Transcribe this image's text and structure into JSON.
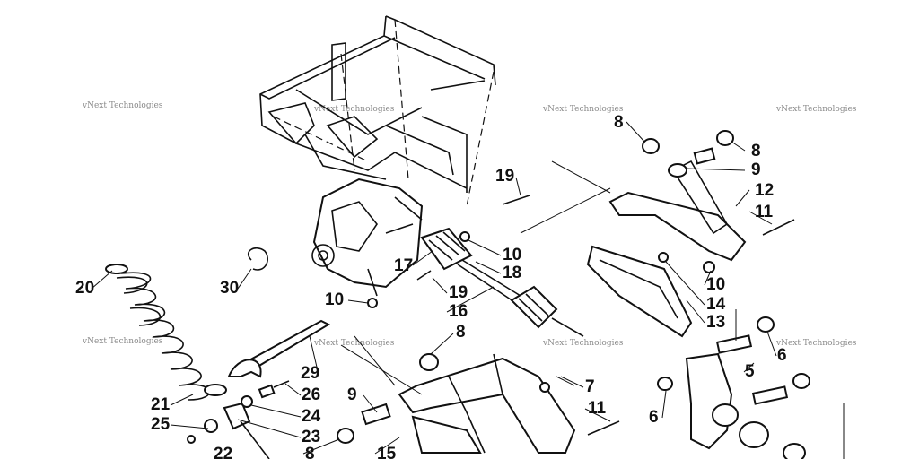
{
  "watermark": "vNext Technologies",
  "callouts": {
    "c8a": "8",
    "c8b": "8",
    "c8c": "8",
    "c8d": "8",
    "c9a": "9",
    "c9b": "9",
    "c12": "12",
    "c11a": "11",
    "c11b": "11",
    "c19a": "19",
    "c19b": "19",
    "c10a": "10",
    "c10b": "10",
    "c10c": "10",
    "c17": "17",
    "c18": "18",
    "c16": "16",
    "c14": "14",
    "c13": "13",
    "c20": "20",
    "c30": "30",
    "c5": "5",
    "c6a": "6",
    "c6b": "6",
    "c29": "29",
    "c26": "26",
    "c24": "24",
    "c23": "23",
    "c21": "21",
    "c25": "25",
    "c22": "22",
    "c7": "7",
    "c15": "15"
  }
}
